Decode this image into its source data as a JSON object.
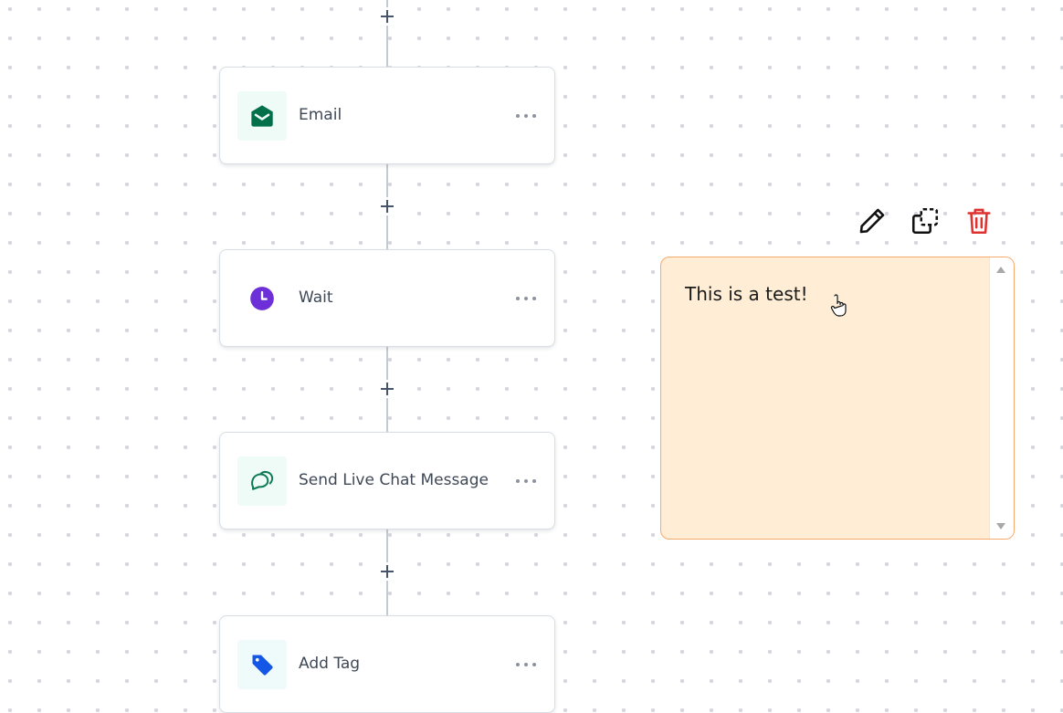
{
  "workflow": {
    "steps": [
      {
        "label": "Email",
        "icon": "email-icon",
        "icon_color": "#00704a",
        "icon_bg": "#eefbf6"
      },
      {
        "label": "Wait",
        "icon": "clock-icon",
        "icon_color": "#6d2fd8",
        "icon_bg": "#ffffff"
      },
      {
        "label": "Send Live Chat Message",
        "icon": "chat-bubbles-icon",
        "icon_color": "#0d7a55",
        "icon_bg": "#eefbf6"
      },
      {
        "label": "Add Tag",
        "icon": "tag-icon",
        "icon_color": "#1457e6",
        "icon_bg": "#eefbfa"
      }
    ],
    "connector_color": "#c5cad2"
  },
  "note": {
    "text": "This is a test!",
    "background": "#ffeed5",
    "border": "#f5a96b"
  },
  "note_toolbar": {
    "edit_icon": "pencil-icon",
    "duplicate_icon": "duplicate-icon",
    "delete_icon": "trash-icon",
    "delete_color": "#e03131"
  }
}
